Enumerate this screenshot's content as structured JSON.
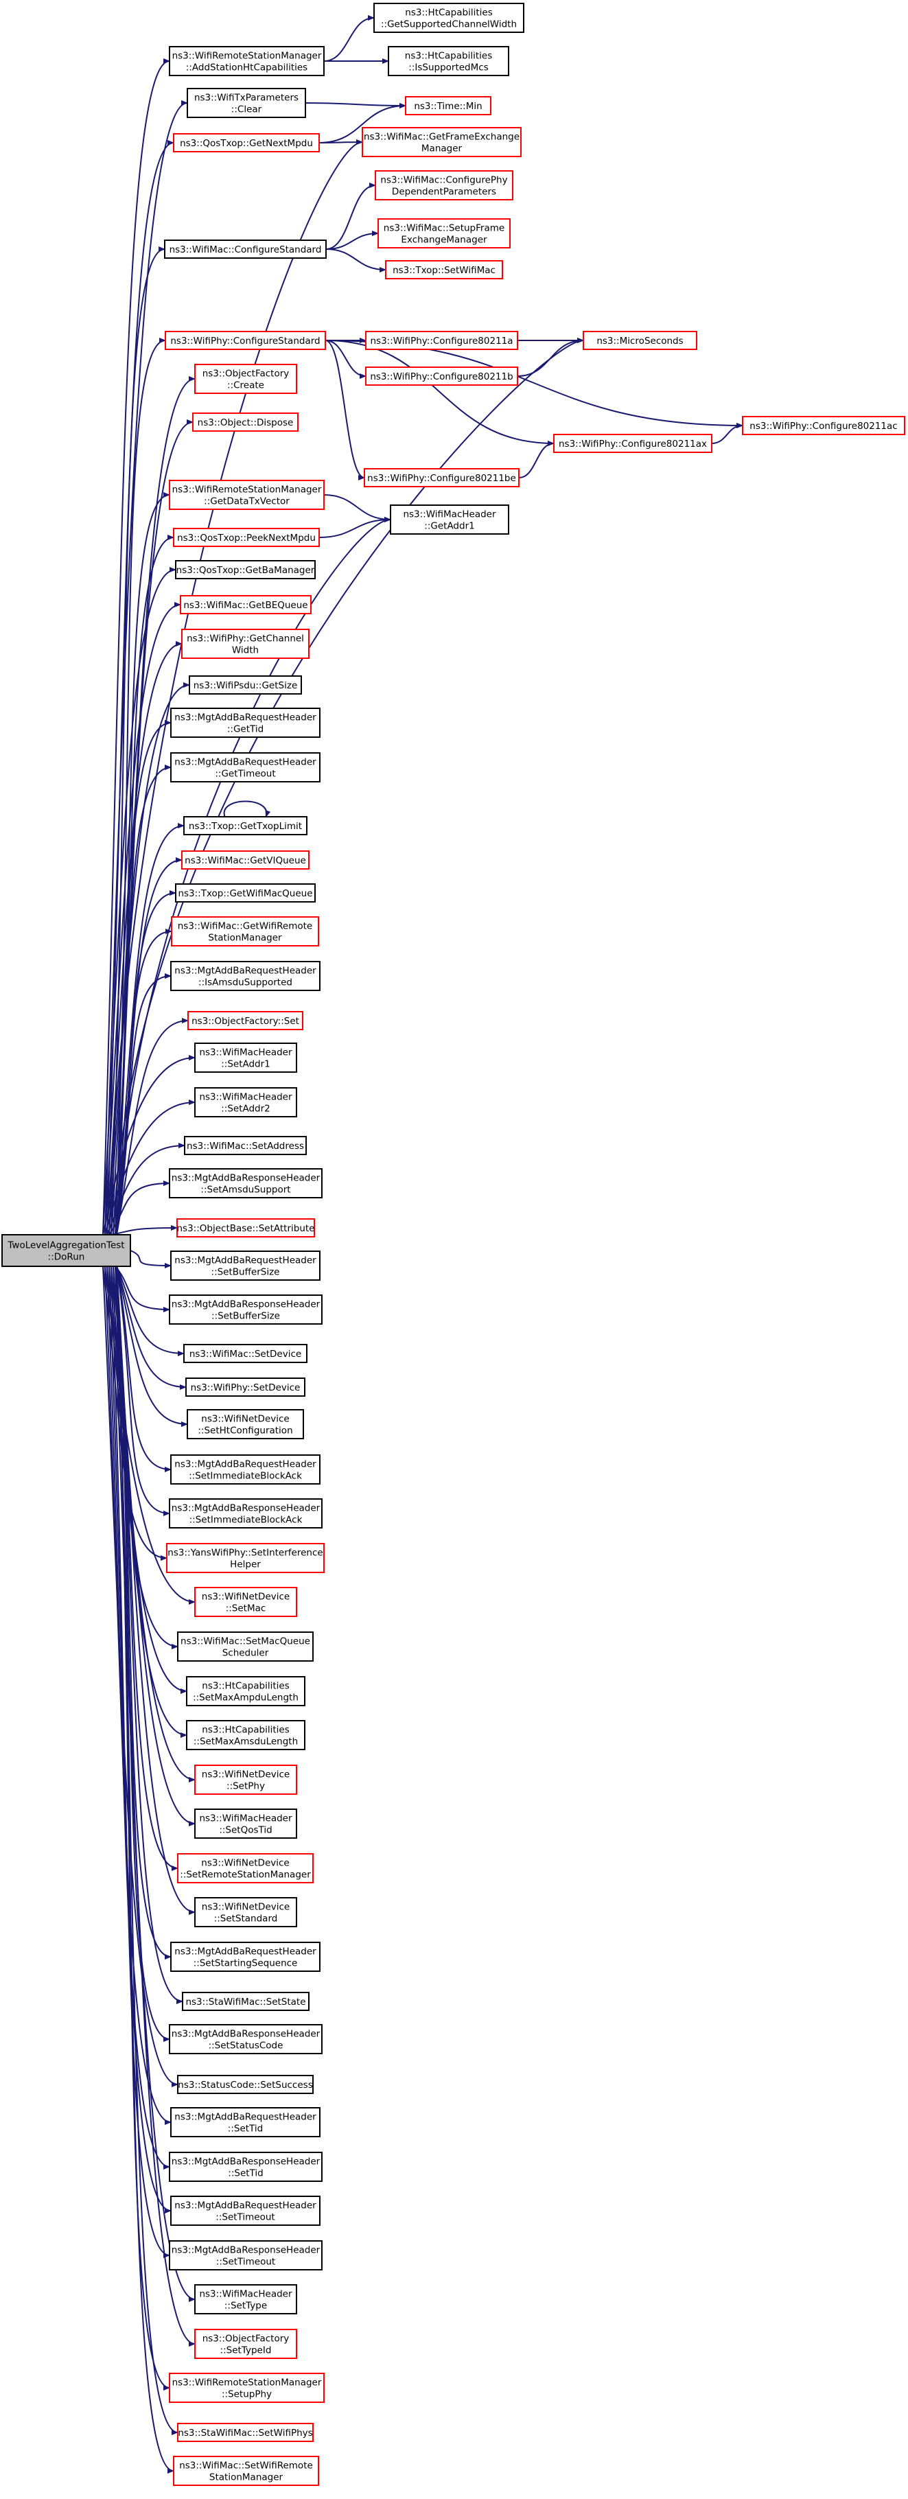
{
  "colors": {
    "edge": "#191970",
    "plain_border": "#000000",
    "red_border": "#ff0000",
    "root_fill": "#bfbfbf"
  },
  "nodes": {
    "root": {
      "lines": [
        "TwoLevelAggregationTest",
        "::DoRun"
      ],
      "style": "root"
    },
    "n_addsta": {
      "lines": [
        "ns3::WifiRemoteStationManager",
        "::AddStationHtCapabilities"
      ],
      "style": "plain"
    },
    "n_htsup": {
      "lines": [
        "ns3::HtCapabilities",
        "::GetSupportedChannelWidth"
      ],
      "style": "plain"
    },
    "n_htmcs": {
      "lines": [
        "ns3::HtCapabilities",
        "::IsSupportedMcs"
      ],
      "style": "plain"
    },
    "n_txclear": {
      "lines": [
        "ns3::WifiTxParameters",
        "::Clear"
      ],
      "style": "plain"
    },
    "n_timemin": {
      "lines": [
        "ns3::Time::Min"
      ],
      "style": "red"
    },
    "n_nextmpdu": {
      "lines": [
        "ns3::QosTxop::GetNextMpdu"
      ],
      "style": "red"
    },
    "n_getfem": {
      "lines": [
        "ns3::WifiMac::GetFrameExchange",
        "Manager"
      ],
      "style": "red"
    },
    "n_macconf": {
      "lines": [
        "ns3::WifiMac::ConfigureStandard"
      ],
      "style": "plain"
    },
    "n_confphy": {
      "lines": [
        "ns3::WifiMac::ConfigurePhy",
        "DependentParameters"
      ],
      "style": "red"
    },
    "n_setupfem": {
      "lines": [
        "ns3::WifiMac::SetupFrame",
        "ExchangeManager"
      ],
      "style": "red"
    },
    "n_txopsetmac": {
      "lines": [
        "ns3::Txop::SetWifiMac"
      ],
      "style": "red"
    },
    "n_phyconf": {
      "lines": [
        "ns3::WifiPhy::ConfigureStandard"
      ],
      "style": "red"
    },
    "n_c11a": {
      "lines": [
        "ns3::WifiPhy::Configure80211a"
      ],
      "style": "red"
    },
    "n_c11b": {
      "lines": [
        "ns3::WifiPhy::Configure80211b"
      ],
      "style": "red"
    },
    "n_micro": {
      "lines": [
        "ns3::MicroSeconds"
      ],
      "style": "red"
    },
    "n_c11ac": {
      "lines": [
        "ns3::WifiPhy::Configure80211ac"
      ],
      "style": "red"
    },
    "n_c11ax": {
      "lines": [
        "ns3::WifiPhy::Configure80211ax"
      ],
      "style": "red"
    },
    "n_c11be": {
      "lines": [
        "ns3::WifiPhy::Configure80211be"
      ],
      "style": "red"
    },
    "n_ofcreate": {
      "lines": [
        "ns3::ObjectFactory",
        "::Create"
      ],
      "style": "red"
    },
    "n_dispose": {
      "lines": [
        "ns3::Object::Dispose"
      ],
      "style": "red"
    },
    "n_datatx": {
      "lines": [
        "ns3::WifiRemoteStationManager",
        "::GetDataTxVector"
      ],
      "style": "red"
    },
    "n_addr1": {
      "lines": [
        "ns3::WifiMacHeader",
        "::GetAddr1"
      ],
      "style": "plain"
    },
    "n_peek": {
      "lines": [
        "ns3::QosTxop::PeekNextMpdu"
      ],
      "style": "red"
    },
    "n_bamgr": {
      "lines": [
        "ns3::QosTxop::GetBaManager"
      ],
      "style": "plain"
    },
    "n_beq": {
      "lines": [
        "ns3::WifiMac::GetBEQueue"
      ],
      "style": "red"
    },
    "n_chw": {
      "lines": [
        "ns3::WifiPhy::GetChannel",
        "Width"
      ],
      "style": "red"
    },
    "n_psdusize": {
      "lines": [
        "ns3::WifiPsdu::GetSize"
      ],
      "style": "plain"
    },
    "n_gettid": {
      "lines": [
        "ns3::MgtAddBaRequestHeader",
        "::GetTid"
      ],
      "style": "plain"
    },
    "n_gettimeout": {
      "lines": [
        "ns3::MgtAddBaRequestHeader",
        "::GetTimeout"
      ],
      "style": "plain"
    },
    "n_txoplimit": {
      "lines": [
        "ns3::Txop::GetTxopLimit"
      ],
      "style": "plain"
    },
    "n_viq": {
      "lines": [
        "ns3::WifiMac::GetVIQueue"
      ],
      "style": "red"
    },
    "n_wmq": {
      "lines": [
        "ns3::Txop::GetWifiMacQueue"
      ],
      "style": "plain"
    },
    "n_getrsm": {
      "lines": [
        "ns3::WifiMac::GetWifiRemote",
        "StationManager"
      ],
      "style": "red"
    },
    "n_isamsdu": {
      "lines": [
        "ns3::MgtAddBaRequestHeader",
        "::IsAmsduSupported"
      ],
      "style": "plain"
    },
    "n_ofset": {
      "lines": [
        "ns3::ObjectFactory::Set"
      ],
      "style": "red"
    },
    "n_setaddr1": {
      "lines": [
        "ns3::WifiMacHeader",
        "::SetAddr1"
      ],
      "style": "plain"
    },
    "n_setaddr2": {
      "lines": [
        "ns3::WifiMacHeader",
        "::SetAddr2"
      ],
      "style": "plain"
    },
    "n_setaddress": {
      "lines": [
        "ns3::WifiMac::SetAddress"
      ],
      "style": "plain"
    },
    "n_setamsdu": {
      "lines": [
        "ns3::MgtAddBaResponseHeader",
        "::SetAmsduSupport"
      ],
      "style": "plain"
    },
    "n_setattr": {
      "lines": [
        "ns3::ObjectBase::SetAttribute"
      ],
      "style": "red"
    },
    "n_reqbuf": {
      "lines": [
        "ns3::MgtAddBaRequestHeader",
        "::SetBufferSize"
      ],
      "style": "plain"
    },
    "n_respbuf": {
      "lines": [
        "ns3::MgtAddBaResponseHeader",
        "::SetBufferSize"
      ],
      "style": "plain"
    },
    "n_macsetdev": {
      "lines": [
        "ns3::WifiMac::SetDevice"
      ],
      "style": "plain"
    },
    "n_physetdev": {
      "lines": [
        "ns3::WifiPhy::SetDevice"
      ],
      "style": "plain"
    },
    "n_sethtconf": {
      "lines": [
        "ns3::WifiNetDevice",
        "::SetHtConfiguration"
      ],
      "style": "plain"
    },
    "n_reqimm": {
      "lines": [
        "ns3::MgtAddBaRequestHeader",
        "::SetImmediateBlockAck"
      ],
      "style": "plain"
    },
    "n_respimm": {
      "lines": [
        "ns3::MgtAddBaResponseHeader",
        "::SetImmediateBlockAck"
      ],
      "style": "plain"
    },
    "n_setinterf": {
      "lines": [
        "ns3::YansWifiPhy::SetInterference",
        "Helper"
      ],
      "style": "red"
    },
    "n_setmac": {
      "lines": [
        "ns3::WifiNetDevice",
        "::SetMac"
      ],
      "style": "red"
    },
    "n_setmqs": {
      "lines": [
        "ns3::WifiMac::SetMacQueue",
        "Scheduler"
      ],
      "style": "plain"
    },
    "n_maxampdu": {
      "lines": [
        "ns3::HtCapabilities",
        "::SetMaxAmpduLength"
      ],
      "style": "plain"
    },
    "n_maxamsdu": {
      "lines": [
        "ns3::HtCapabilities",
        "::SetMaxAmsduLength"
      ],
      "style": "plain"
    },
    "n_setphy": {
      "lines": [
        "ns3::WifiNetDevice",
        "::SetPhy"
      ],
      "style": "red"
    },
    "n_setqostid": {
      "lines": [
        "ns3::WifiMacHeader",
        "::SetQosTid"
      ],
      "style": "plain"
    },
    "n_setrsm": {
      "lines": [
        "ns3::WifiNetDevice",
        "::SetRemoteStationManager"
      ],
      "style": "red"
    },
    "n_setstd": {
      "lines": [
        "ns3::WifiNetDevice",
        "::SetStandard"
      ],
      "style": "plain"
    },
    "n_setseq": {
      "lines": [
        "ns3::MgtAddBaRequestHeader",
        "::SetStartingSequence"
      ],
      "style": "plain"
    },
    "n_setstate": {
      "lines": [
        "ns3::StaWifiMac::SetState"
      ],
      "style": "plain"
    },
    "n_setstatus": {
      "lines": [
        "ns3::MgtAddBaResponseHeader",
        "::SetStatusCode"
      ],
      "style": "plain"
    },
    "n_setsuccess": {
      "lines": [
        "ns3::StatusCode::SetSuccess"
      ],
      "style": "plain"
    },
    "n_reqsettid": {
      "lines": [
        "ns3::MgtAddBaRequestHeader",
        "::SetTid"
      ],
      "style": "plain"
    },
    "n_respsettid": {
      "lines": [
        "ns3::MgtAddBaResponseHeader",
        "::SetTid"
      ],
      "style": "plain"
    },
    "n_reqsettimeout": {
      "lines": [
        "ns3::MgtAddBaRequestHeader",
        "::SetTimeout"
      ],
      "style": "plain"
    },
    "n_respsettimeout": {
      "lines": [
        "ns3::MgtAddBaResponseHeader",
        "::SetTimeout"
      ],
      "style": "plain"
    },
    "n_settype": {
      "lines": [
        "ns3::WifiMacHeader",
        "::SetType"
      ],
      "style": "plain"
    },
    "n_settypeid": {
      "lines": [
        "ns3::ObjectFactory",
        "::SetTypeId"
      ],
      "style": "red"
    },
    "n_setupphy": {
      "lines": [
        "ns3::WifiRemoteStationManager",
        "::SetupPhy"
      ],
      "style": "red"
    },
    "n_setwifiphys": {
      "lines": [
        "ns3::StaWifiMac::SetWifiPhys"
      ],
      "style": "red"
    },
    "n_setwrsm": {
      "lines": [
        "ns3::WifiMac::SetWifiRemote",
        "StationManager"
      ],
      "style": "red"
    }
  },
  "edges": [
    [
      "root",
      "n_addsta"
    ],
    [
      "root",
      "n_txclear"
    ],
    [
      "root",
      "n_nextmpdu"
    ],
    [
      "root",
      "n_getfem"
    ],
    [
      "root",
      "n_macconf"
    ],
    [
      "root",
      "n_micro"
    ],
    [
      "root",
      "n_phyconf"
    ],
    [
      "root",
      "n_ofcreate"
    ],
    [
      "root",
      "n_dispose"
    ],
    [
      "root",
      "n_addr1"
    ],
    [
      "root",
      "n_datatx"
    ],
    [
      "root",
      "n_peek"
    ],
    [
      "root",
      "n_bamgr"
    ],
    [
      "root",
      "n_beq"
    ],
    [
      "root",
      "n_chw"
    ],
    [
      "root",
      "n_psdusize"
    ],
    [
      "root",
      "n_gettid"
    ],
    [
      "root",
      "n_gettimeout"
    ],
    [
      "root",
      "n_txoplimit"
    ],
    [
      "root",
      "n_viq"
    ],
    [
      "root",
      "n_wmq"
    ],
    [
      "root",
      "n_getrsm"
    ],
    [
      "root",
      "n_isamsdu"
    ],
    [
      "root",
      "n_ofset"
    ],
    [
      "root",
      "n_setaddr1"
    ],
    [
      "root",
      "n_setaddr2"
    ],
    [
      "root",
      "n_setaddress"
    ],
    [
      "root",
      "n_setamsdu"
    ],
    [
      "root",
      "n_setattr"
    ],
    [
      "root",
      "n_reqbuf"
    ],
    [
      "root",
      "n_respbuf"
    ],
    [
      "root",
      "n_macsetdev"
    ],
    [
      "root",
      "n_physetdev"
    ],
    [
      "root",
      "n_sethtconf"
    ],
    [
      "root",
      "n_reqimm"
    ],
    [
      "root",
      "n_respimm"
    ],
    [
      "root",
      "n_setinterf"
    ],
    [
      "root",
      "n_setmac"
    ],
    [
      "root",
      "n_setmqs"
    ],
    [
      "root",
      "n_maxampdu"
    ],
    [
      "root",
      "n_maxamsdu"
    ],
    [
      "root",
      "n_setphy"
    ],
    [
      "root",
      "n_setqostid"
    ],
    [
      "root",
      "n_setrsm"
    ],
    [
      "root",
      "n_setstd"
    ],
    [
      "root",
      "n_setseq"
    ],
    [
      "root",
      "n_setstate"
    ],
    [
      "root",
      "n_setstatus"
    ],
    [
      "root",
      "n_setsuccess"
    ],
    [
      "root",
      "n_reqsettid"
    ],
    [
      "root",
      "n_respsettid"
    ],
    [
      "root",
      "n_reqsettimeout"
    ],
    [
      "root",
      "n_respsettimeout"
    ],
    [
      "root",
      "n_settype"
    ],
    [
      "root",
      "n_settypeid"
    ],
    [
      "root",
      "n_setupphy"
    ],
    [
      "root",
      "n_setwifiphys"
    ],
    [
      "root",
      "n_setwrsm"
    ],
    [
      "n_addsta",
      "n_htsup"
    ],
    [
      "n_addsta",
      "n_htmcs"
    ],
    [
      "n_txclear",
      "n_timemin"
    ],
    [
      "n_nextmpdu",
      "n_timemin"
    ],
    [
      "n_nextmpdu",
      "n_getfem"
    ],
    [
      "n_macconf",
      "n_confphy"
    ],
    [
      "n_macconf",
      "n_setupfem"
    ],
    [
      "n_macconf",
      "n_txopsetmac"
    ],
    [
      "n_phyconf",
      "n_c11a"
    ],
    [
      "n_phyconf",
      "n_c11b"
    ],
    [
      "n_phyconf",
      "n_micro"
    ],
    [
      "n_phyconf",
      "n_c11ac"
    ],
    [
      "n_phyconf",
      "n_c11ax"
    ],
    [
      "n_phyconf",
      "n_c11be"
    ],
    [
      "n_c11a",
      "n_micro"
    ],
    [
      "n_c11b",
      "n_micro"
    ],
    [
      "n_c11ax",
      "n_c11ac"
    ],
    [
      "n_c11be",
      "n_c11ax"
    ],
    [
      "n_datatx",
      "n_addr1"
    ],
    [
      "n_peek",
      "n_addr1"
    ],
    [
      "n_txoplimit",
      "n_txoplimit"
    ]
  ]
}
